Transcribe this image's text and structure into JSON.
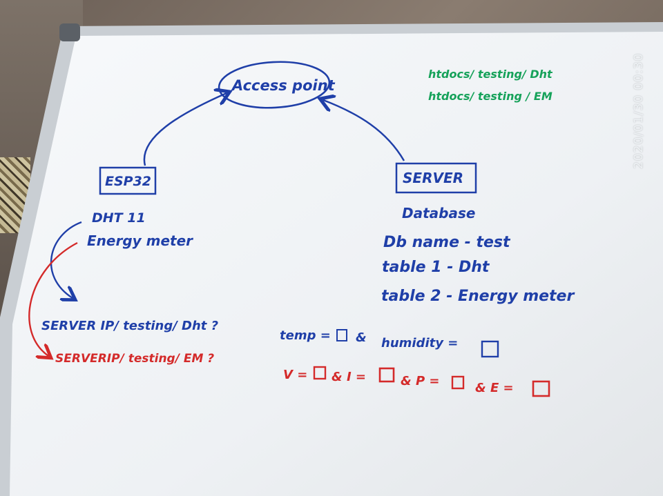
{
  "whiteboard": {
    "access_point": "Access point",
    "esp32": "ESP32",
    "server": "SERVER",
    "esp32_items": [
      "DHT 11",
      "Energy meter"
    ],
    "server_items": [
      "Database",
      "Db name - test",
      "table 1 - Dht",
      "table 2 - Energy meter"
    ],
    "paths": [
      "htdocs/ testing/ Dht",
      "htdocs/ testing / EM"
    ],
    "dht_url": {
      "base": "SERVER IP/ testing/ Dht ?",
      "temp": "temp =",
      "amp": "&",
      "humidity": "humidity ="
    },
    "em_url": {
      "base": "SERVERIP/ testing/ EM ?",
      "v": "V =",
      "i": "& I =",
      "p": "& P =",
      "e": "& E ="
    }
  },
  "timestamp": "2020/01/30  00:30",
  "colors": {
    "blue_marker": "#1f3fa8",
    "red_marker": "#d42a2a",
    "green_marker": "#16a25a",
    "board": "#f4f6f8"
  }
}
